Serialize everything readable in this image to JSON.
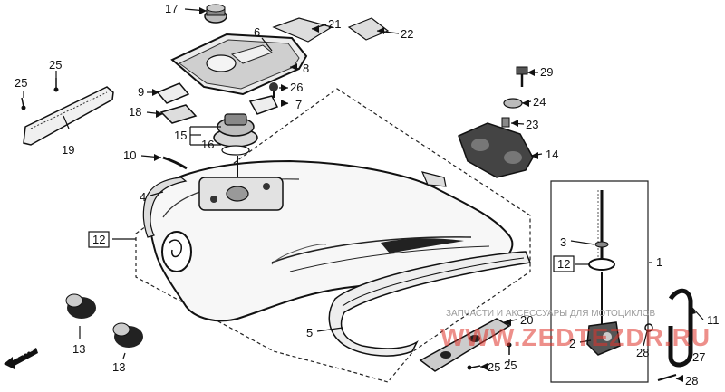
{
  "parts": [
    {
      "id": "p1",
      "label": "1"
    },
    {
      "id": "p2",
      "label": "2"
    },
    {
      "id": "p3",
      "label": "3"
    },
    {
      "id": "p4",
      "label": "4"
    },
    {
      "id": "p5",
      "label": "5"
    },
    {
      "id": "p6",
      "label": "6"
    },
    {
      "id": "p7",
      "label": "7"
    },
    {
      "id": "p8",
      "label": "8"
    },
    {
      "id": "p9",
      "label": "9"
    },
    {
      "id": "p10",
      "label": "10"
    },
    {
      "id": "p11",
      "label": "11"
    },
    {
      "id": "p12a",
      "label": "12"
    },
    {
      "id": "p12b",
      "label": "12"
    },
    {
      "id": "p13a",
      "label": "13"
    },
    {
      "id": "p13b",
      "label": "13"
    },
    {
      "id": "p14",
      "label": "14"
    },
    {
      "id": "p15",
      "label": "15"
    },
    {
      "id": "p16",
      "label": "16"
    },
    {
      "id": "p17",
      "label": "17"
    },
    {
      "id": "p18",
      "label": "18"
    },
    {
      "id": "p19",
      "label": "19"
    },
    {
      "id": "p20",
      "label": "20"
    },
    {
      "id": "p21",
      "label": "21"
    },
    {
      "id": "p22",
      "label": "22"
    },
    {
      "id": "p23",
      "label": "23"
    },
    {
      "id": "p24",
      "label": "24"
    },
    {
      "id": "p25a",
      "label": "25"
    },
    {
      "id": "p25b",
      "label": "25"
    },
    {
      "id": "p25c",
      "label": "25"
    },
    {
      "id": "p25d",
      "label": "25"
    },
    {
      "id": "p26",
      "label": "26"
    },
    {
      "id": "p27",
      "label": "27"
    },
    {
      "id": "p28a",
      "label": "28"
    },
    {
      "id": "p28b",
      "label": "28"
    },
    {
      "id": "p29",
      "label": "29"
    }
  ],
  "direction_marker": "FWD",
  "watermark": {
    "caption": "ЗАПЧАСТИ И АКСЕССУАРЫ ДЛЯ МОТОЦИКЛОВ",
    "site": "WWW.ZEDTEZDR.RU",
    "color": "#e0342c"
  }
}
